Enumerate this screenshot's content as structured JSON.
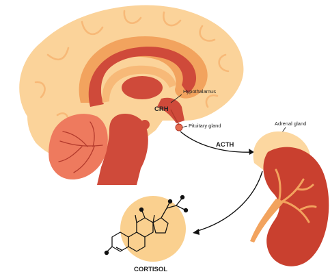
{
  "diagram": {
    "labels": {
      "hypothalamus": "Hypothalamus",
      "crh": "CRH",
      "pituitary": "Pituitary gland",
      "acth": "ACTH",
      "adrenal": "Adrenal gland",
      "cortisol": "CORTISOL"
    },
    "colors": {
      "brain_outer": "#FBD39A",
      "brain_inner": "#F7B978",
      "brain_band": "#F2A35E",
      "deep_red": "#CF4A3A",
      "cerebellum": "#EE7A5E",
      "vein": "#B33A2C",
      "kidney": "#C9402F",
      "adrenal": "#FCD7A0",
      "molecule_disc": "#FAD08F",
      "ink": "#111111"
    }
  }
}
